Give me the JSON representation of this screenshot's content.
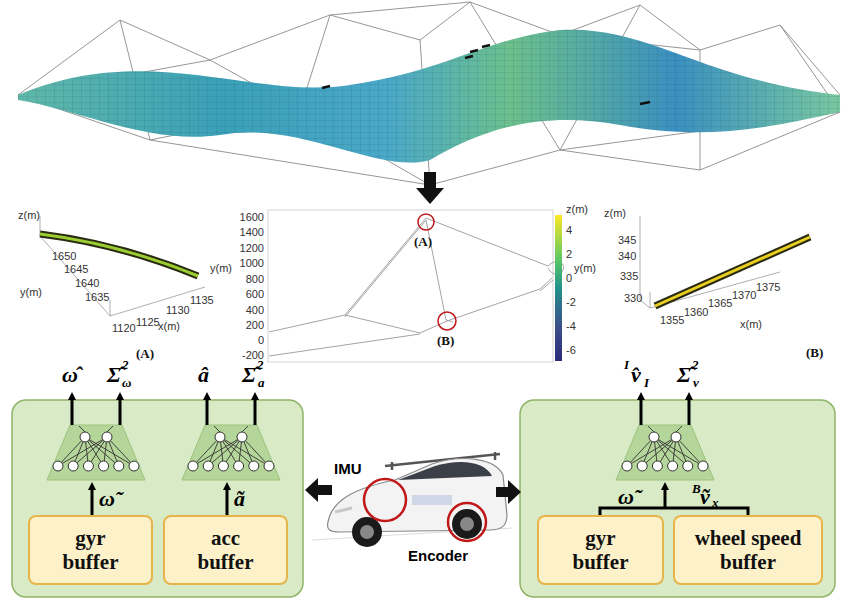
{
  "diagram": {
    "nodes": [
      {
        "text": [
          "gyr buffer"
        ]
      },
      {
        "text": [
          "acc buffer"
        ]
      },
      {
        "text": [
          "gyr buffer"
        ]
      },
      {
        "text": [
          "wheel speed buffer"
        ]
      }
    ],
    "labels": [
      "z(m)",
      "1650",
      "1645",
      "1640",
      "1635",
      "y(m)",
      "1120",
      "1125",
      "1130",
      "1135",
      "x(m)",
      "(A)",
      "1600",
      "1400",
      "1200",
      "1000",
      "800",
      "600",
      "400",
      "200",
      "0",
      "-200",
      "y(m)",
      "(A)",
      "(B)",
      "z(m)",
      "4",
      "2",
      "0",
      "-2",
      "-4",
      "-6",
      "z(m)",
      "345",
      "340",
      "335",
      "330",
      "y(m)",
      "1355",
      "1360",
      "1365",
      "1370",
      "1375",
      "x(m)",
      "(B)",
      "ω̂",
      "Σ̂",
      "2",
      "ω",
      "â",
      "Σ̂",
      "2",
      "a",
      "I",
      "v̂",
      "I",
      "Σ̂",
      "2",
      "v",
      "ω̃",
      "ã",
      "ω̃",
      "B",
      "ṽ",
      "x",
      "IMU",
      "Encoder"
    ]
  }
}
